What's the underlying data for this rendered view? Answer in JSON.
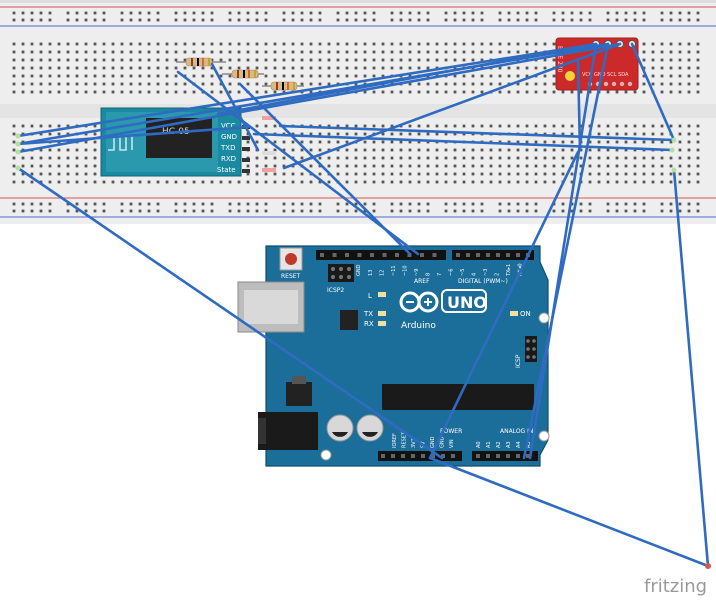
{
  "hc05": {
    "model": "HC-05",
    "pins": [
      "VCC",
      "GND",
      "TXD",
      "RXD",
      "State"
    ]
  },
  "bme280": {
    "name": "BME 280",
    "pins": "VCC GND SCL SDA"
  },
  "arduino": {
    "brand": "Arduino",
    "model": "UNO",
    "reset": "RESET",
    "icsp2": "ICSP2",
    "icsp": "ICSP",
    "digital": "DIGITAL (PWM~)",
    "analog": "ANALOG IN",
    "power": "POWER",
    "led_l": "L",
    "led_tx": "TX",
    "led_rx": "RX",
    "led_on": "ON",
    "aref": "AREF",
    "gnd": "GND",
    "digital_pins": [
      "13",
      "12",
      "~11",
      "~10",
      "~9",
      "8",
      "7",
      "~6",
      "~5",
      "4",
      "~3",
      "2",
      "TX▸1",
      "RX◂0"
    ],
    "analog_pins": [
      "A0",
      "A1",
      "A2",
      "A3",
      "A4",
      "A5"
    ],
    "power_pins": [
      "IOREF",
      "RESET",
      "3V3",
      "5V",
      "GND",
      "GND",
      "VIN"
    ]
  },
  "watermark": "fritzing",
  "colors": {
    "wire": "#2e6bc1",
    "board": "#1b6e9a",
    "breadboard": "#f2f2f2",
    "rail_red": "#d9534f",
    "rail_blue": "#4a6fd1",
    "bme": "#cc2a2a",
    "hc05": "#1a8aa0"
  }
}
